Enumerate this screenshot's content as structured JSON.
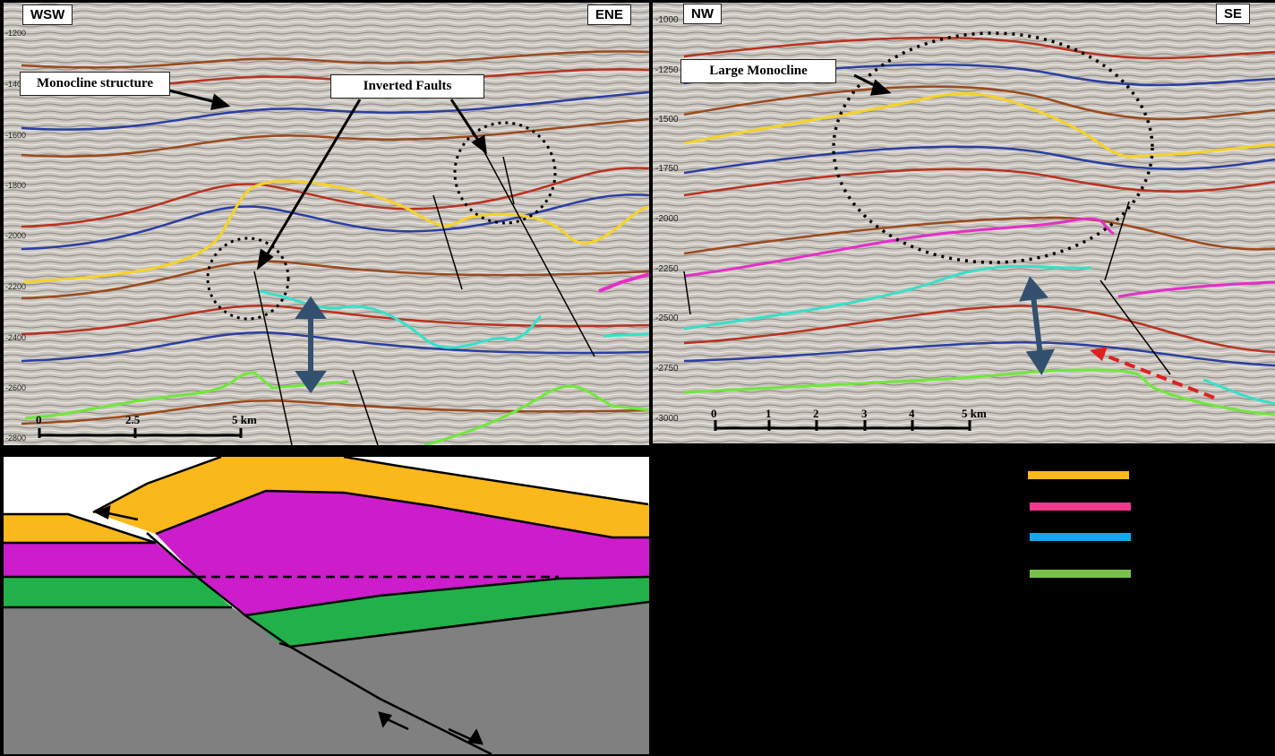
{
  "left_panel": {
    "direction_left": "WSW",
    "direction_right": "ENE",
    "callout_monocline": "Monocline structure",
    "callout_faults": "Inverted Faults",
    "y_ticks": [
      "-1200",
      "-1400",
      "-1600",
      "-1800",
      "-2000",
      "-2200",
      "-2400",
      "-2600",
      "-2800"
    ],
    "scale_labels": [
      "0",
      "2.5",
      "5 km"
    ]
  },
  "right_panel": {
    "direction_left": "NW",
    "direction_right": "SE",
    "callout_monocline": "Large Monocline",
    "y_ticks": [
      "-1000",
      "-1250",
      "-1500",
      "-1750",
      "-2000",
      "-2250",
      "-2500",
      "-2750",
      "-3000"
    ],
    "scale_labels": [
      "0",
      "1",
      "2",
      "3",
      "4",
      "5 km"
    ]
  },
  "colors": {
    "horizon_yellow": "#f5d327",
    "horizon_magenta": "#e52ec8",
    "horizon_cyan": "#37e0c8",
    "horizon_green": "#6fe83a",
    "legend_orange": "#fbb81b",
    "legend_pink": "#f0398f",
    "legend_blue": "#18a6e6",
    "legend_green": "#7ac14b",
    "layer_orange": "#fbb81b",
    "layer_magenta": "#cc1ccc",
    "layer_green": "#22b04b",
    "layer_gray": "#808080"
  }
}
